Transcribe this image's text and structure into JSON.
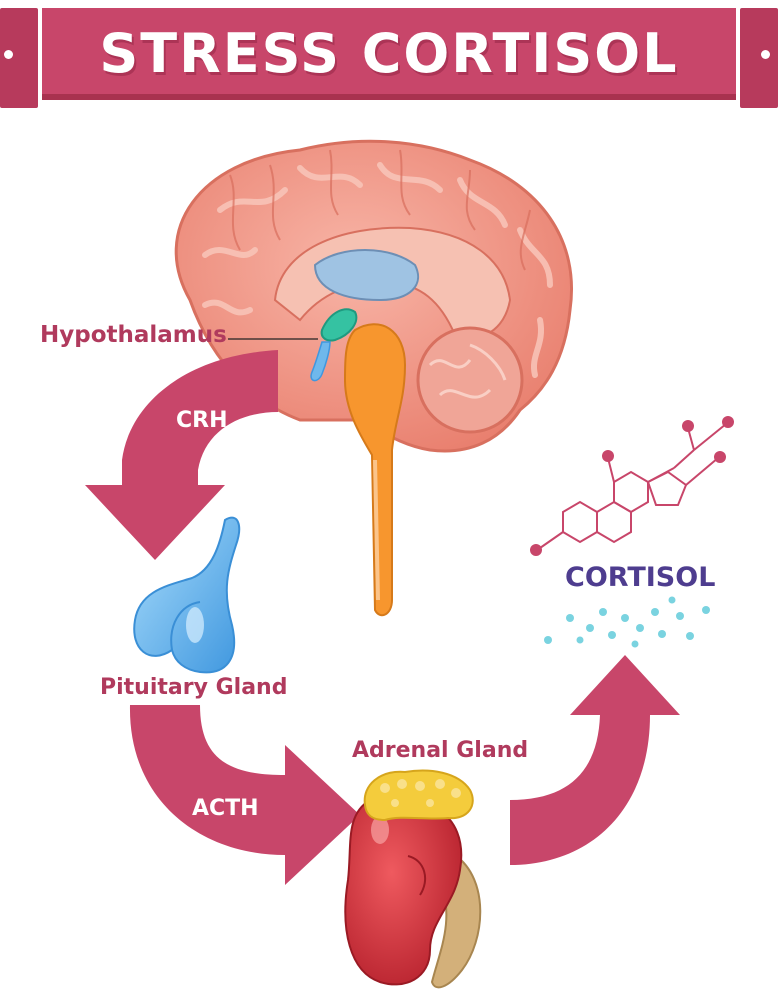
{
  "title": "STRESS CORTISOL",
  "labels": {
    "hypothalamus": "Hypothalamus",
    "pituitary": "Pituitary Gland",
    "adrenal": "Adrenal Gland",
    "cortisol": "CORTISOL"
  },
  "arrows": {
    "crh": "CRH",
    "acth": "ACTH"
  },
  "colors": {
    "banner": "#c8466a",
    "arrow": "#c8466a",
    "label": "#b03a5d",
    "cortisol_text": "#4e3d8f",
    "brain": "#f29a8c",
    "pituitary": "#6fb8ec",
    "adrenal_cortex": "#f4cc3c",
    "kidney": "#d32f3a",
    "brainstem": "#f7962e",
    "hypothalamus": "#35c2a2"
  }
}
